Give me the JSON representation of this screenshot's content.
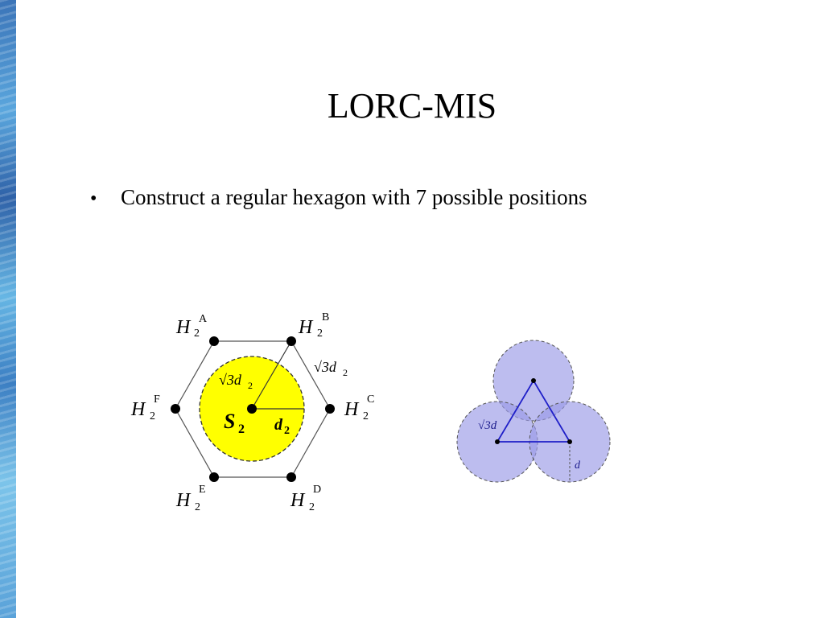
{
  "slide": {
    "title": "LORC-MIS",
    "bullets": [
      "Construct a regular hexagon with 7 possible positions"
    ]
  },
  "hexagon_diagram": {
    "sensor_label": "S",
    "sensor_subscript": "2",
    "radius_label": "d",
    "radius_subscript": "2",
    "inner_distance_label": "√3d",
    "inner_distance_subscript": "2",
    "edge_distance_label": "√3d",
    "edge_distance_subscript": "2",
    "vertices": [
      {
        "id": "A",
        "base": "H",
        "sub": "2",
        "sup": "A"
      },
      {
        "id": "B",
        "base": "H",
        "sub": "2",
        "sup": "B"
      },
      {
        "id": "C",
        "base": "H",
        "sub": "2",
        "sup": "C"
      },
      {
        "id": "D",
        "base": "H",
        "sub": "2",
        "sup": "D"
      },
      {
        "id": "E",
        "base": "H",
        "sub": "2",
        "sup": "E"
      },
      {
        "id": "F",
        "base": "H",
        "sub": "2",
        "sup": "F"
      }
    ],
    "colors": {
      "coverage_fill": "#ffff00",
      "line": "#555555",
      "node": "#000000"
    }
  },
  "three_circle_diagram": {
    "side_label": "√3d",
    "radius_label": "d",
    "colors": {
      "circle_fill": "#9999e6",
      "triangle": "#1f1fc8",
      "label": "#1a1a8c"
    }
  }
}
